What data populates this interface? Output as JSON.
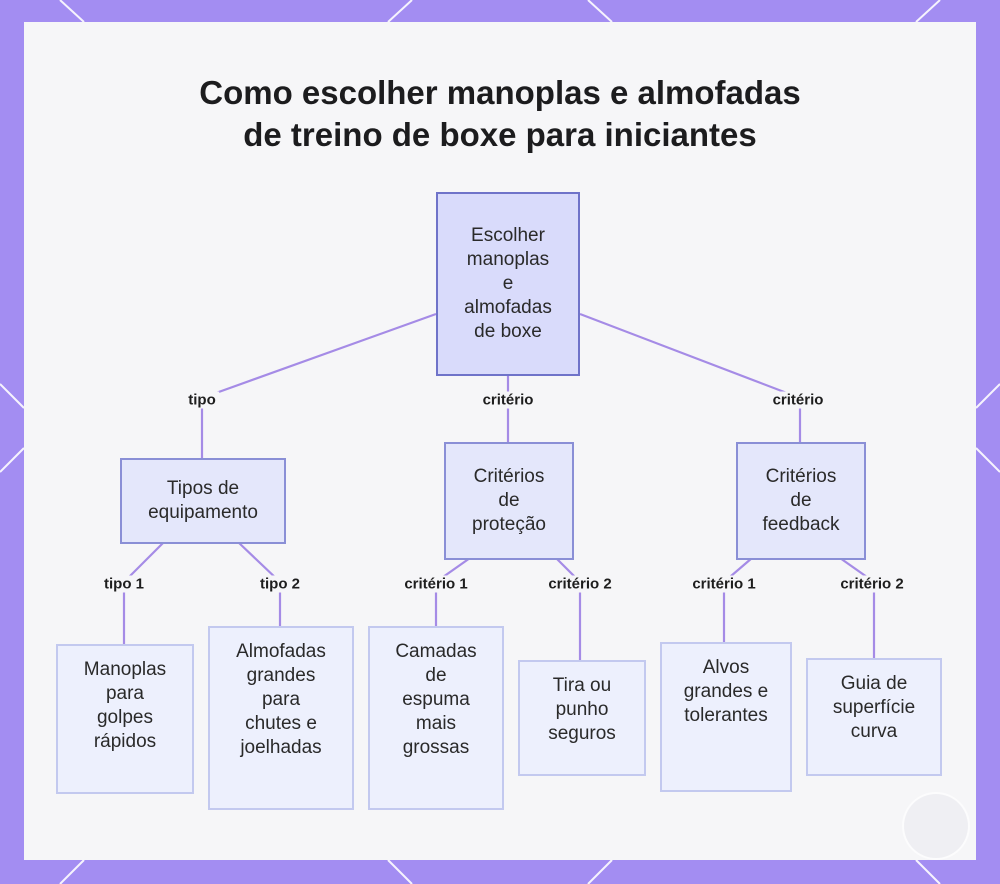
{
  "title": {
    "line1": "Como escolher manoplas e almofadas",
    "line2": "de treino de boxe para iniciantes"
  },
  "nodes": {
    "root": [
      "Escolher",
      "manoplas",
      "e",
      "almofadas",
      "de boxe"
    ],
    "tipos": [
      "Tipos de",
      "equipamento"
    ],
    "protecao": [
      "Critérios",
      "de",
      "proteção"
    ],
    "feedback": [
      "Critérios",
      "de",
      "feedback"
    ],
    "manoplas": [
      "Manoplas",
      "para",
      "golpes",
      "rápidos"
    ],
    "almofadas": [
      "Almofadas",
      "grandes",
      "para",
      "chutes e",
      "joelhadas"
    ],
    "camadas": [
      "Camadas",
      "de",
      "espuma",
      "mais",
      "grossas"
    ],
    "tira": [
      "Tira ou",
      "punho",
      "seguros"
    ],
    "alvos": [
      "Alvos",
      "grandes e",
      "tolerantes"
    ],
    "guia": [
      "Guia de",
      "superfície",
      "curva"
    ]
  },
  "edge_labels": {
    "tipo": "tipo",
    "criterio_a": "critério",
    "criterio_b": "critério",
    "tipo1": "tipo 1",
    "tipo2": "tipo 2",
    "crit1_a": "critério 1",
    "crit2_a": "critério 2",
    "crit1_b": "critério 1",
    "crit2_b": "critério 2"
  },
  "colors": {
    "frame": "#a38df2",
    "edge": "#a58be6",
    "node_fill": "#e9ecfc",
    "root_fill": "#d9dbfb"
  }
}
